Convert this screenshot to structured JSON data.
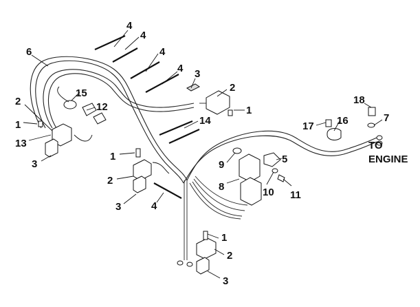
{
  "diagram": {
    "note": {
      "line1": "TO",
      "line2": "ENGINE"
    },
    "callouts": [
      {
        "id": "c4a",
        "label": "4"
      },
      {
        "id": "c4b",
        "label": "4"
      },
      {
        "id": "c4c",
        "label": "4"
      },
      {
        "id": "c4d",
        "label": "4"
      },
      {
        "id": "c6",
        "label": "6"
      },
      {
        "id": "c3a",
        "label": "3"
      },
      {
        "id": "c2a",
        "label": "2"
      },
      {
        "id": "c1a",
        "label": "1"
      },
      {
        "id": "c15",
        "label": "15"
      },
      {
        "id": "c12",
        "label": "12"
      },
      {
        "id": "c2b",
        "label": "2"
      },
      {
        "id": "c1b",
        "label": "1"
      },
      {
        "id": "c13",
        "label": "13"
      },
      {
        "id": "c3b",
        "label": "3"
      },
      {
        "id": "c14",
        "label": "14"
      },
      {
        "id": "c18",
        "label": "18"
      },
      {
        "id": "c7",
        "label": "7"
      },
      {
        "id": "c17",
        "label": "17"
      },
      {
        "id": "c16",
        "label": "16"
      },
      {
        "id": "c1c",
        "label": "1"
      },
      {
        "id": "c2c",
        "label": "2"
      },
      {
        "id": "c3c",
        "label": "3"
      },
      {
        "id": "c4e",
        "label": "4"
      },
      {
        "id": "c9",
        "label": "9"
      },
      {
        "id": "c5",
        "label": "5"
      },
      {
        "id": "c8",
        "label": "8"
      },
      {
        "id": "c10",
        "label": "10"
      },
      {
        "id": "c11",
        "label": "11"
      },
      {
        "id": "c1d",
        "label": "1"
      },
      {
        "id": "c2d",
        "label": "2"
      },
      {
        "id": "c3d",
        "label": "3"
      }
    ]
  }
}
